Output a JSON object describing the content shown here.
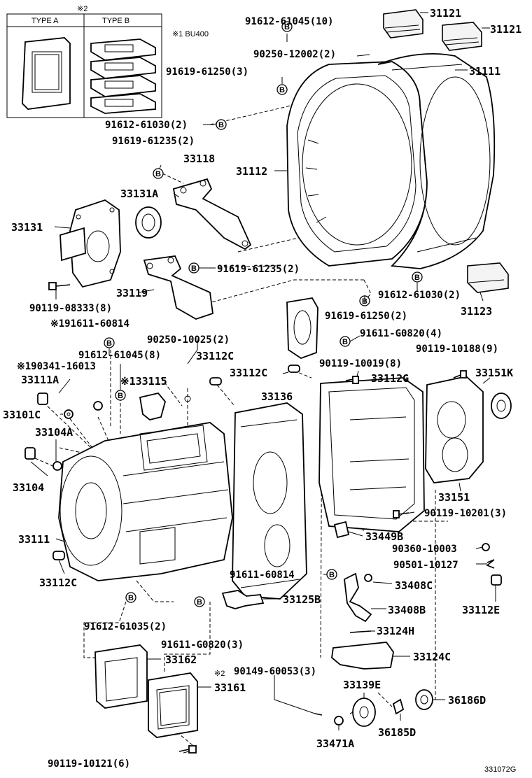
{
  "diagram_id": "331072G",
  "note_mark": "※",
  "inset": {
    "mark": "※2",
    "type_a": "TYPE A",
    "type_b": "TYPE B",
    "note": "※1 BU400"
  },
  "b_marker": "B",
  "labels": {
    "p31121a": "31121",
    "p31121b": "31121",
    "p31111": "31111",
    "p31112": "31112",
    "p31123": "31123",
    "p33118": "33118",
    "p33131A": "33131A",
    "p33131": "33131",
    "p33119": "33119",
    "p33112C_top": "33112C",
    "p33112C_mid": "33112C",
    "p33115": "※133115",
    "p33136": "33136",
    "p33112G": "33112G",
    "p33151K": "33151K",
    "p33111A": "33111A",
    "p33101C": "33101C",
    "p33104A": "33104A",
    "p33104": "33104",
    "p33111": "33111",
    "p33112C_bot": "33112C",
    "p33151": "33151",
    "p33449B": "33449B",
    "p33408C": "33408C",
    "p33125B": "33125B",
    "p33408B": "33408B",
    "p33112E": "33112E",
    "p33124H": "33124H",
    "p33124C": "33124C",
    "p33162": "33162",
    "p33161": "33161",
    "p33161_mark": "※2",
    "p33139E": "33139E",
    "p36186D": "36186D",
    "p36185D": "36185D",
    "p33471A": "33471A"
  },
  "part_numbers": {
    "n1": "91612-61045(10)",
    "n2": "90250-12002(2)",
    "n3": "91619-61250(3)",
    "n4": "91612-61030(2)",
    "n5": "91619-61235(2)",
    "n6": "91619-61235(2)",
    "n7": "91612-61030(2)",
    "n8": "91619-61250(2)",
    "n9": "90119-08333(8)",
    "n10": "※191611-60814",
    "n11": "90250-10025(2)",
    "n12": "91611-G0820(4)",
    "n13": "91612-61045(8)",
    "n14": "90119-10188(9)",
    "n15": "※190341-16013",
    "n16": "90119-10019(8)",
    "n17": "90119-10201(3)",
    "n18": "90360-10003",
    "n19": "90501-10127",
    "n20": "91611-60814",
    "n21": "91612-61035(2)",
    "n22": "91611-G0820(3)",
    "n23": "90149-60053(3)",
    "n24": "90119-10121(6)"
  }
}
